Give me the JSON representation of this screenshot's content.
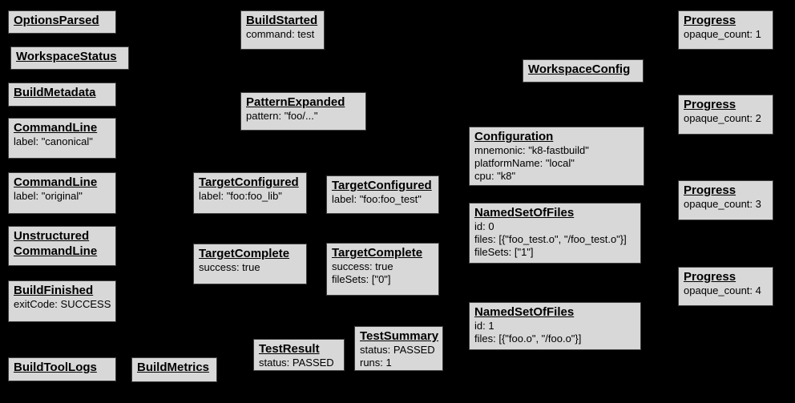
{
  "diagram": {
    "description": "Build Event Protocol event graph",
    "colors": {
      "background": "#000000",
      "box_fill": "#d8d8d8",
      "box_border": "#3f3f3f",
      "text": "#000000"
    }
  },
  "boxes": [
    {
      "id": "options-parsed",
      "title": "OptionsParsed",
      "lines": []
    },
    {
      "id": "workspace-status",
      "title": "WorkspaceStatus",
      "lines": []
    },
    {
      "id": "build-metadata",
      "title": "BuildMetadata",
      "lines": []
    },
    {
      "id": "command-line-canonical",
      "title": "CommandLine",
      "lines": [
        "label: \"canonical\""
      ]
    },
    {
      "id": "command-line-original",
      "title": "CommandLine",
      "lines": [
        "label: \"original\""
      ]
    },
    {
      "id": "unstructured-command-line",
      "title": "Unstructured\nCommandLine",
      "lines": []
    },
    {
      "id": "build-finished",
      "title": "BuildFinished",
      "lines": [
        "exitCode: SUCCESS"
      ]
    },
    {
      "id": "build-tool-logs",
      "title": "BuildToolLogs",
      "lines": []
    },
    {
      "id": "build-metrics",
      "title": "BuildMetrics",
      "lines": []
    },
    {
      "id": "build-started",
      "title": "BuildStarted",
      "lines": [
        "command: test"
      ]
    },
    {
      "id": "pattern-expanded",
      "title": "PatternExpanded",
      "lines": [
        "pattern: \"foo/...\""
      ]
    },
    {
      "id": "target-configured-lib",
      "title": "TargetConfigured",
      "lines": [
        "label: \"foo:foo_lib\""
      ]
    },
    {
      "id": "target-configured-test",
      "title": "TargetConfigured",
      "lines": [
        "label: \"foo:foo_test\""
      ]
    },
    {
      "id": "target-complete-lib",
      "title": "TargetComplete",
      "lines": [
        "success: true"
      ]
    },
    {
      "id": "target-complete-test",
      "title": "TargetComplete",
      "lines": [
        "success: true",
        "fileSets: [\"0\"]"
      ]
    },
    {
      "id": "test-result",
      "title": "TestResult",
      "lines": [
        "status: PASSED"
      ]
    },
    {
      "id": "test-summary",
      "title": "TestSummary",
      "lines": [
        "status: PASSED",
        "runs: 1"
      ]
    },
    {
      "id": "workspace-config",
      "title": "WorkspaceConfig",
      "lines": []
    },
    {
      "id": "configuration",
      "title": "Configuration",
      "lines": [
        "mnemonic: \"k8-fastbuild\"",
        "platformName: \"local\"",
        "cpu: \"k8\""
      ]
    },
    {
      "id": "named-set-of-files-0",
      "title": "NamedSetOfFiles",
      "lines": [
        "id: 0",
        "files: [{\"foo_test.o\", \"/foo_test.o\"}]",
        "fileSets: [\"1\"]"
      ]
    },
    {
      "id": "named-set-of-files-1",
      "title": "NamedSetOfFiles",
      "lines": [
        "id: 1",
        "files: [{\"foo.o\", \"/foo.o\"}]"
      ]
    },
    {
      "id": "progress-1",
      "title": "Progress",
      "lines": [
        "opaque_count: 1"
      ]
    },
    {
      "id": "progress-2",
      "title": "Progress",
      "lines": [
        "opaque_count: 2"
      ]
    },
    {
      "id": "progress-3",
      "title": "Progress",
      "lines": [
        "opaque_count: 3"
      ]
    },
    {
      "id": "progress-4",
      "title": "Progress",
      "lines": [
        "opaque_count: 4"
      ]
    }
  ]
}
